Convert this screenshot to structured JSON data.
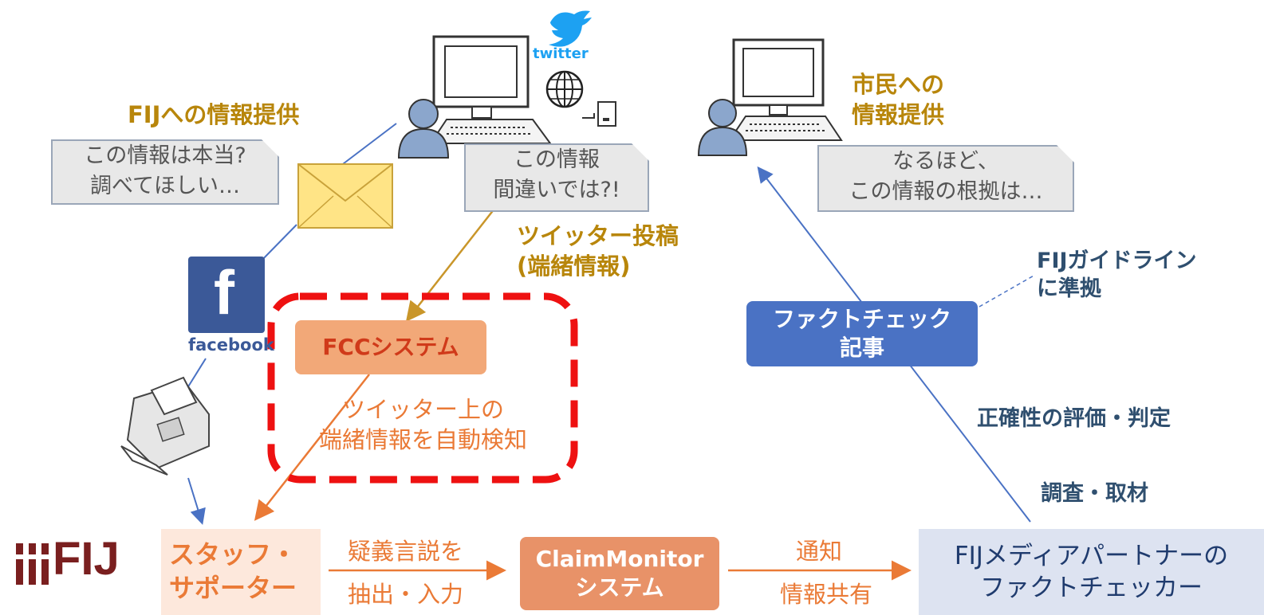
{
  "bubbles": {
    "left": [
      "この情報は本当?",
      "調べてほしい…"
    ],
    "middle": [
      "この情報",
      "間違いでは?!"
    ],
    "right": [
      "なるほど、",
      "この情報の根拠は…"
    ]
  },
  "labels": {
    "fij_info": "FIJへの情報提供",
    "citizen_info": [
      "市民への",
      "情報提供"
    ],
    "twitter_post": [
      "ツイッター投稿",
      "(端緒情報)"
    ],
    "guideline": [
      "FIJガイドライン",
      "に準拠"
    ],
    "accuracy": "正確性の評価・判定",
    "research": "調査・取材",
    "auto_detect": [
      "ツイッター上の",
      "端緒情報を自動検知"
    ],
    "extract_top": "疑義言説を",
    "extract_bottom": "抽出・入力",
    "notify_top": "通知",
    "notify_bottom": "情報共有"
  },
  "boxes": {
    "fcc": "FCCシステム",
    "factcheck": [
      "ファクトチェック",
      "記事"
    ],
    "staff": [
      "スタッフ・",
      "サポーター"
    ],
    "claim": [
      "ClaimMonitor",
      "システム"
    ],
    "partner": [
      "FIJメディアパートナーの",
      "ファクトチェッカー"
    ]
  },
  "logos": {
    "fij": "FIJ",
    "twitter": "twitter",
    "facebook_letter": "f",
    "facebook": "facebook"
  },
  "colors": {
    "gold": "#b8860b",
    "orange": "#ea7a36",
    "blue": "#4a72c4",
    "red_dash": "#ee1111",
    "fij_logo": "#7a1f1f"
  }
}
